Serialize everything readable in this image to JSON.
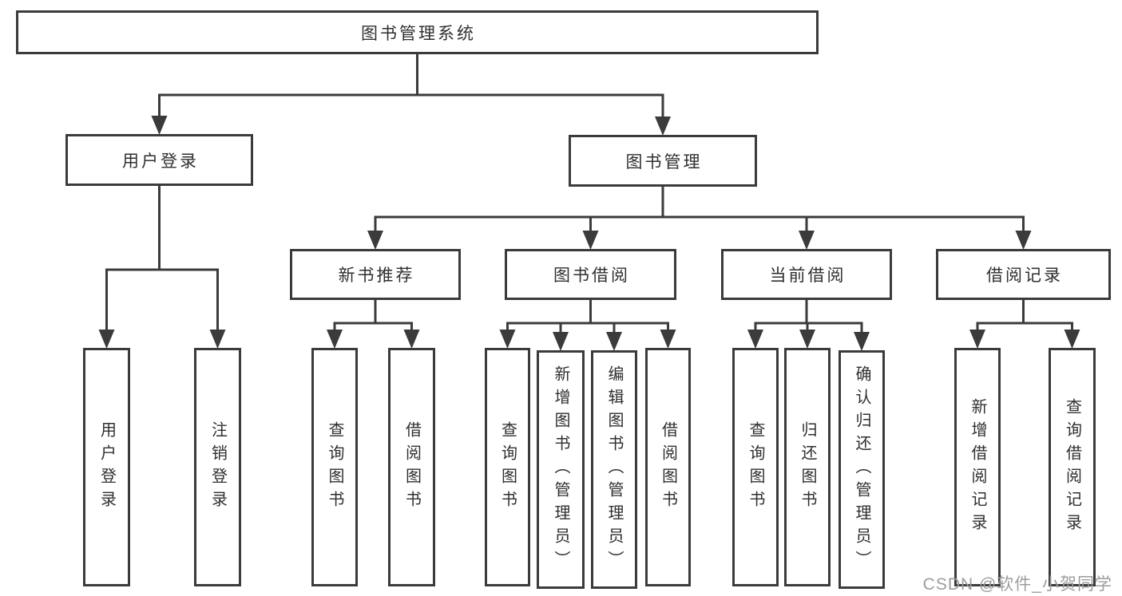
{
  "diagram_title": "图书管理系统",
  "tree": {
    "id": "root",
    "label": "图书管理系统",
    "children": [
      {
        "id": "user-login",
        "label": "用户登录",
        "children": [
          {
            "id": "user-login-leaf",
            "label": "用户登录"
          },
          {
            "id": "logout-leaf",
            "label": "注销登录"
          }
        ]
      },
      {
        "id": "book-mgmt",
        "label": "图书管理",
        "children": [
          {
            "id": "new-book-rec",
            "label": "新书推荐",
            "children": [
              {
                "id": "nbr-query-books",
                "label": "查询图书"
              },
              {
                "id": "nbr-borrow-books",
                "label": "借阅图书"
              }
            ]
          },
          {
            "id": "book-borrow",
            "label": "图书借阅",
            "children": [
              {
                "id": "bb-query-books",
                "label": "查询图书"
              },
              {
                "id": "bb-add-books",
                "label": "新增图书（管理员）"
              },
              {
                "id": "bb-edit-books",
                "label": "编辑图书（管理员）"
              },
              {
                "id": "bb-borrow-books",
                "label": "借阅图书"
              }
            ]
          },
          {
            "id": "current-borrow",
            "label": "当前借阅",
            "children": [
              {
                "id": "cb-query-books",
                "label": "查询图书"
              },
              {
                "id": "cb-return-books",
                "label": "归还图书"
              },
              {
                "id": "cb-confirm-return",
                "label": "确认归还（管理员）"
              }
            ]
          },
          {
            "id": "borrow-records",
            "label": "借阅记录",
            "children": [
              {
                "id": "br-add-record",
                "label": "新增借阅记录"
              },
              {
                "id": "br-query-record",
                "label": "查询借阅记录"
              }
            ]
          }
        ]
      }
    ]
  },
  "watermark": "CSDN @软件_小贺同学",
  "colors": {
    "line": "#3b3b3b",
    "text": "#2f2f2f",
    "watermark": "#9d9d9d",
    "background": "#ffffff"
  }
}
